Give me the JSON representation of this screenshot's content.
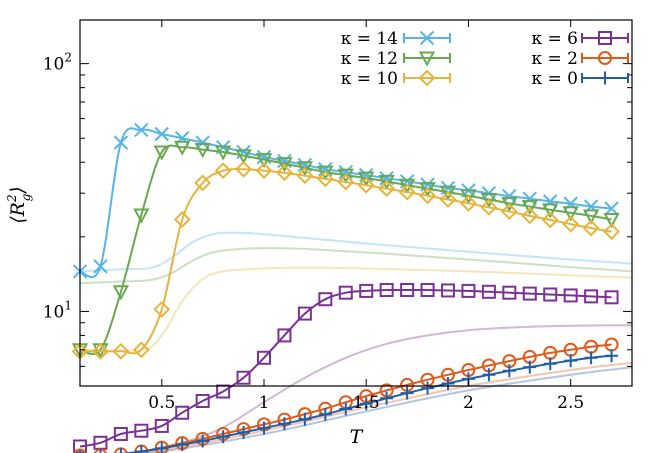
{
  "chart_data": {
    "type": "line",
    "xlabel": "T",
    "ylabel": "⟨R_g^2⟩",
    "xlim": [
      0.1,
      2.8
    ],
    "ylim": [
      5,
      150
    ],
    "yscale": "log",
    "grid": false,
    "legend_position": "top-right",
    "x_ticks": [
      {
        "value": 0.5,
        "label": "0.5"
      },
      {
        "value": 1,
        "label": "1"
      },
      {
        "value": 1.5,
        "label": "1.5"
      },
      {
        "value": 2,
        "label": "2"
      },
      {
        "value": 2.5,
        "label": "2.5"
      }
    ],
    "y_ticks": [
      {
        "value": 10,
        "label": "10^1"
      },
      {
        "value": 100,
        "label": "10^2"
      }
    ],
    "series": [
      {
        "name": "κ = 14",
        "color": "#56b4e9",
        "marker": "cross",
        "x": [
          0.1,
          0.2,
          0.3,
          0.4,
          0.5,
          0.6,
          0.7,
          0.8,
          0.9,
          1.0,
          1.1,
          1.2,
          1.3,
          1.4,
          1.5,
          1.6,
          1.7,
          1.8,
          1.9,
          2.0,
          2.1,
          2.2,
          2.3,
          2.4,
          2.5,
          2.6,
          2.7
        ],
        "y": [
          14.5,
          15.2,
          48,
          54,
          52,
          50,
          48,
          46,
          44,
          42,
          40.5,
          39,
          37.5,
          36.5,
          35.5,
          34.5,
          33.5,
          32.5,
          31.5,
          30.8,
          30,
          29.2,
          28.5,
          27.8,
          27.2,
          26.5,
          26
        ]
      },
      {
        "name": "κ = 12",
        "color": "#6aa84f",
        "marker": "triangle-down",
        "x": [
          0.1,
          0.2,
          0.3,
          0.4,
          0.5,
          0.6,
          0.7,
          0.8,
          0.9,
          1.0,
          1.1,
          1.2,
          1.3,
          1.4,
          1.5,
          1.6,
          1.7,
          1.8,
          1.9,
          2.0,
          2.1,
          2.2,
          2.3,
          2.4,
          2.5,
          2.6,
          2.7
        ],
        "y": [
          7.0,
          7.0,
          12.0,
          24.5,
          44,
          46,
          45,
          44,
          42.5,
          41,
          39.5,
          38,
          36.5,
          35.5,
          34.5,
          33.5,
          32.3,
          31.3,
          30.3,
          29.3,
          28.3,
          27.3,
          26.5,
          25.7,
          25,
          24.3,
          23.5
        ]
      },
      {
        "name": "κ = 10",
        "color": "#e6b43a",
        "marker": "diamond",
        "x": [
          0.1,
          0.2,
          0.3,
          0.4,
          0.5,
          0.6,
          0.7,
          0.8,
          0.9,
          1.0,
          1.1,
          1.2,
          1.3,
          1.4,
          1.5,
          1.6,
          1.7,
          1.8,
          1.9,
          2.0,
          2.1,
          2.2,
          2.3,
          2.4,
          2.5,
          2.6,
          2.7
        ],
        "y": [
          6.9,
          6.9,
          6.9,
          7.0,
          10.2,
          23.5,
          33,
          37,
          37.5,
          37,
          36.3,
          35.3,
          34.3,
          33.3,
          32.3,
          31.3,
          30.3,
          29.3,
          28.3,
          27.3,
          26.3,
          25.3,
          24.3,
          23.4,
          22.5,
          21.7,
          21
        ]
      },
      {
        "name": "κ = 6",
        "color": "#7b3294",
        "marker": "square",
        "x": [
          0.1,
          0.2,
          0.3,
          0.4,
          0.5,
          0.6,
          0.7,
          0.8,
          0.9,
          1.0,
          1.1,
          1.2,
          1.3,
          1.4,
          1.5,
          1.6,
          1.7,
          1.8,
          1.9,
          2.0,
          2.1,
          2.2,
          2.3,
          2.4,
          2.5,
          2.6,
          2.7
        ],
        "y": [
          2.85,
          2.95,
          3.2,
          3.3,
          3.45,
          3.9,
          4.35,
          4.75,
          5.4,
          6.5,
          8.0,
          9.8,
          11.2,
          11.9,
          12.1,
          12.2,
          12.2,
          12.2,
          12.15,
          12.1,
          12.0,
          11.9,
          11.8,
          11.7,
          11.6,
          11.5,
          11.4
        ]
      },
      {
        "name": "κ = 2",
        "color": "#e05a1b",
        "marker": "circle",
        "x": [
          0.1,
          0.2,
          0.3,
          0.4,
          0.5,
          0.6,
          0.7,
          0.8,
          0.9,
          1.0,
          1.1,
          1.2,
          1.3,
          1.4,
          1.5,
          1.6,
          1.7,
          1.8,
          1.9,
          2.0,
          2.1,
          2.2,
          2.3,
          2.4,
          2.5,
          2.6,
          2.7
        ],
        "y": [
          2.62,
          2.62,
          2.65,
          2.72,
          2.82,
          2.94,
          3.06,
          3.2,
          3.35,
          3.5,
          3.66,
          3.85,
          4.05,
          4.3,
          4.55,
          4.8,
          5.05,
          5.3,
          5.55,
          5.8,
          6.05,
          6.3,
          6.55,
          6.8,
          7.0,
          7.2,
          7.35
        ]
      },
      {
        "name": "κ = 0",
        "color": "#1f5fa8",
        "marker": "plus",
        "x": [
          0.1,
          0.2,
          0.3,
          0.4,
          0.5,
          0.6,
          0.7,
          0.8,
          0.9,
          1.0,
          1.1,
          1.2,
          1.3,
          1.4,
          1.5,
          1.6,
          1.7,
          1.8,
          1.9,
          2.0,
          2.1,
          2.2,
          2.3,
          2.4,
          2.5,
          2.6,
          2.7
        ],
        "y": [
          2.6,
          2.62,
          2.65,
          2.72,
          2.8,
          2.9,
          3.0,
          3.12,
          3.25,
          3.38,
          3.52,
          3.67,
          3.84,
          4.04,
          4.24,
          4.46,
          4.68,
          4.9,
          5.12,
          5.34,
          5.55,
          5.76,
          5.96,
          6.15,
          6.33,
          6.5,
          6.62
        ]
      }
    ],
    "reference_curves": [
      {
        "color": "#56b4e9",
        "x": [
          0.1,
          0.3,
          0.45,
          0.55,
          0.65,
          0.75,
          0.85,
          1.0,
          1.2,
          1.5,
          2.0,
          2.5,
          2.8
        ],
        "y": [
          14.5,
          14.8,
          15,
          16.5,
          19,
          20.5,
          20.8,
          20.5,
          19.8,
          18.8,
          17.4,
          16.2,
          15.6
        ]
      },
      {
        "color": "#6aa84f",
        "x": [
          0.1,
          0.3,
          0.45,
          0.55,
          0.65,
          0.75,
          0.9,
          1.1,
          1.3,
          1.6,
          2.0,
          2.5,
          2.8
        ],
        "y": [
          13,
          13.2,
          13.4,
          14.3,
          16,
          17.3,
          17.9,
          18,
          17.7,
          17.1,
          16.2,
          15.1,
          14.5
        ]
      },
      {
        "color": "#e6b43a",
        "x": [
          0.1,
          0.4,
          0.5,
          0.6,
          0.7,
          0.8,
          1.0,
          1.2,
          1.5,
          2.0,
          2.5,
          2.8
        ],
        "y": [
          7,
          7,
          8,
          11,
          13.5,
          14.5,
          14.9,
          15,
          14.9,
          14.5,
          14,
          13.7
        ]
      },
      {
        "color": "#7b3294",
        "x": [
          0.1,
          0.4,
          0.6,
          0.8,
          1.0,
          1.2,
          1.4,
          1.6,
          1.8,
          2.0,
          2.2,
          2.5,
          2.8
        ],
        "y": [
          2.62,
          2.72,
          2.95,
          3.4,
          4.3,
          5.4,
          6.5,
          7.4,
          8,
          8.4,
          8.6,
          8.75,
          8.8
        ]
      },
      {
        "color": "#e05a1b",
        "x": [
          0.1,
          0.5,
          1.0,
          1.5,
          2.0,
          2.5,
          2.8
        ],
        "y": [
          2.55,
          2.75,
          3.3,
          4.1,
          5.0,
          5.8,
          6.2
        ]
      },
      {
        "color": "#1f5fa8",
        "x": [
          0.1,
          0.5,
          1.0,
          1.5,
          2.0,
          2.5,
          2.8
        ],
        "y": [
          2.55,
          2.72,
          3.2,
          3.95,
          4.8,
          5.55,
          5.95
        ]
      }
    ]
  }
}
